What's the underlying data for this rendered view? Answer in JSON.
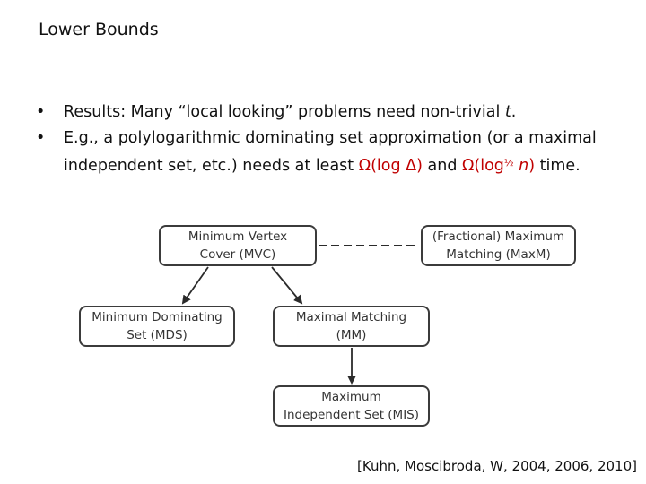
{
  "title": "Lower Bounds",
  "bullets": {
    "marker": "•",
    "b1_text": "Results: Many “local looking” problems need non-trivial ",
    "b1_var": "t",
    "b1_end": ".",
    "b2_pre": "E.g., a polylogarithmic dominating set approximation (or a maximal independent set, etc.) needs at least ",
    "b2_formula1": "Ω(log Δ)",
    "b2_mid": " and ",
    "b2_formula2_pre": "Ω(log",
    "b2_formula2_sup": "½",
    "b2_formula2_var": " n",
    "b2_formula2_post": ")",
    "b2_end": " time."
  },
  "diagram": {
    "mvc": [
      "Minimum Vertex",
      "Cover (MVC)"
    ],
    "maxm": [
      "(Fractional) Maximum",
      "Matching (MaxM)"
    ],
    "mds": [
      "Minimum Dominating",
      "Set (MDS)"
    ],
    "mm": [
      "Maximal Matching",
      "(MM)"
    ],
    "mis": [
      "Maximum",
      "Independent Set (MIS)"
    ]
  },
  "citation": "[Kuhn, Moscibroda, W, 2004, 2006, 2010]",
  "colors": {
    "highlight": "#c00000",
    "box_border": "#3b3b3b",
    "text": "#111111"
  }
}
